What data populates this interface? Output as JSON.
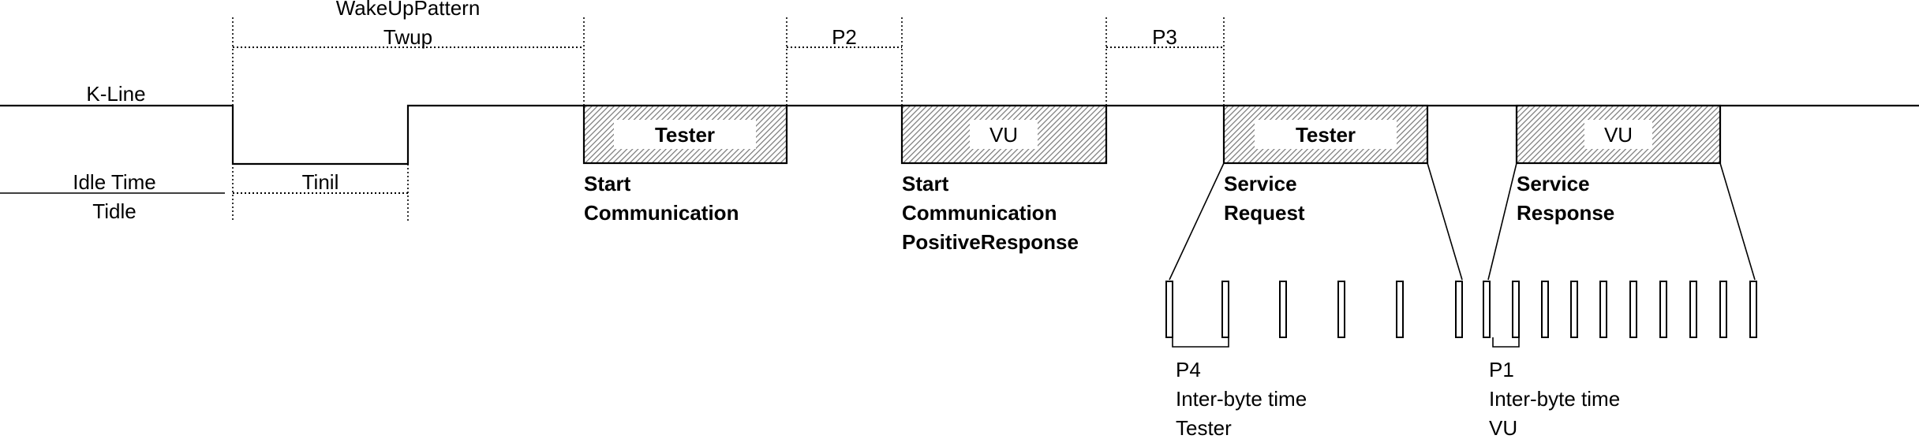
{
  "labels": {
    "k_line": "K-Line",
    "wakeup_pattern": "WakeUpPattern",
    "twup": "Twup",
    "idle_time": "Idle Time",
    "tidle": "Tidle",
    "tinil": "Tinil",
    "p2": "P2",
    "p3": "P3"
  },
  "messages": [
    {
      "box": "Tester",
      "caption": [
        "Start",
        "Communication"
      ]
    },
    {
      "box": "VU",
      "caption": [
        "Start",
        "Communication",
        "PositiveResponse"
      ]
    },
    {
      "box": "Tester",
      "caption": [
        "Service",
        "Request"
      ]
    },
    {
      "box": "VU",
      "caption": [
        "Service",
        "Response"
      ]
    }
  ],
  "byte_timing": [
    {
      "lines": [
        "P4",
        "Inter-byte time",
        "Tester"
      ]
    },
    {
      "lines": [
        "P1",
        "Inter-byte time",
        "VU"
      ]
    }
  ],
  "colors": {
    "line": "#000000",
    "hatch": "#808080",
    "background": "#ffffff"
  }
}
